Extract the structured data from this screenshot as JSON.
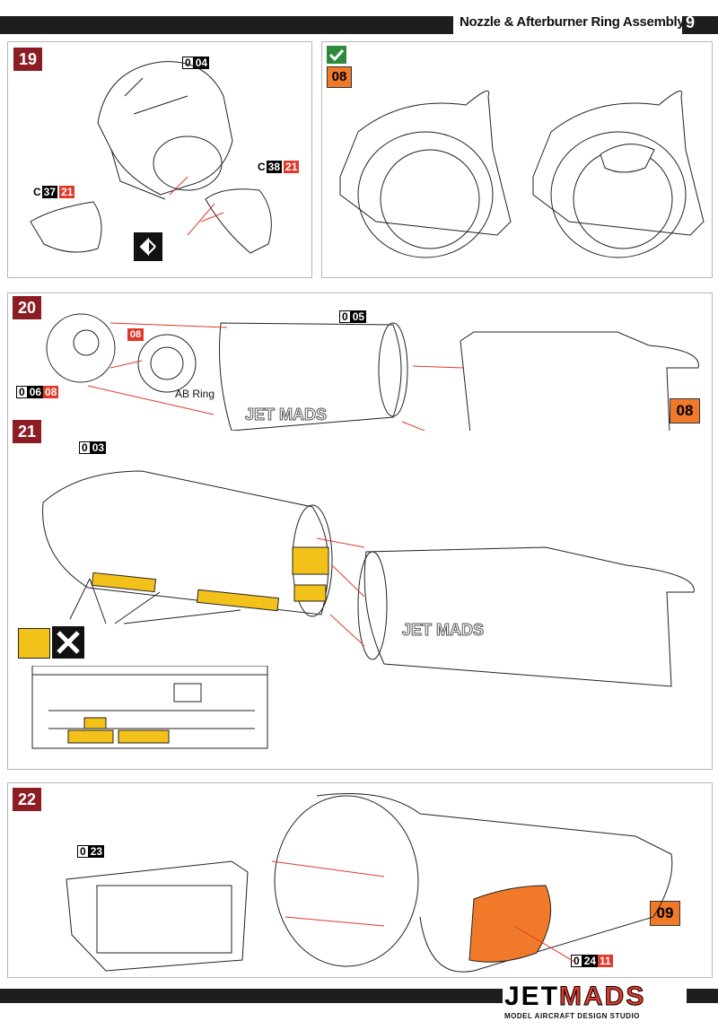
{
  "header": {
    "title": "Nozzle & Afterburner Ring Assembly",
    "page_number": "9"
  },
  "steps": {
    "s19": {
      "number": "19",
      "part_a": {
        "letter": "0",
        "num": "04"
      },
      "part_c37": {
        "letter": "C",
        "num": "37",
        "red": "21"
      },
      "part_c38": {
        "letter": "C",
        "num": "38",
        "red": "21"
      }
    },
    "s08": {
      "number": "08"
    },
    "s20": {
      "number": "20",
      "part_05": {
        "letter": "0",
        "num": "05"
      },
      "part_06": {
        "letter": "0",
        "num": "06",
        "red": "08"
      },
      "ring_tag": "08",
      "ab_ring": "AB Ring",
      "orange_tag": "08",
      "stencil": "JET MADS"
    },
    "s21": {
      "number": "21",
      "part_03": {
        "letter": "0",
        "num": "03"
      },
      "stencil": "JET MADS"
    },
    "s22": {
      "number": "22",
      "part_23": {
        "letter": "0",
        "num": "23"
      },
      "part_24": {
        "letter": "0",
        "num": "24",
        "red": "11"
      },
      "orange_tag": "09"
    }
  },
  "footer": {
    "logo_jet": "JET",
    "logo_mads": "MADS",
    "logo_sub": "MODEL AIRCRAFT DESIGN STUDIO"
  },
  "colors": {
    "step_red": "#8b1d23",
    "ref_red": "#e0392a",
    "orange": "#f07a2a",
    "yellow": "#f2c21b",
    "check_green": "#2f8a3c"
  }
}
